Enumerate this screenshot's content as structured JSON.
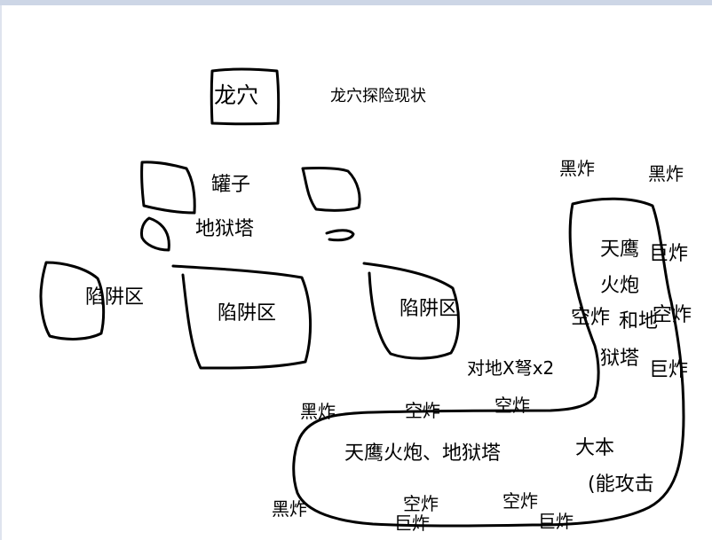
{
  "labels": {
    "dragon_den_box": "龙穴",
    "title": "龙穴探险现状",
    "jars": "罐子",
    "hell_tower": "地狱塔",
    "trap_zone_1": "陷阱区",
    "trap_zone_2": "陷阱区",
    "trap_zone_3": "陷阱区",
    "black_bomb_1": "黑炸",
    "black_bomb_2": "黑炸",
    "eagle": "天鹰",
    "giant_bomb_1": "巨炸",
    "cannon": "火炮",
    "air_bomb_1": "空炸",
    "and_hell": "和地",
    "air_bomb_2": "空炸",
    "tower": "狱塔",
    "giant_bomb_2": "巨炸",
    "ground_xbow": "对地X弩x2",
    "black_bomb_3": "黑炸",
    "air_bomb_3": "空炸",
    "air_bomb_4": "空炸",
    "eagle_cannon_hell": "天鹰火炮、地狱塔",
    "town_hall": "大本",
    "can_attack": "(能攻击",
    "black_bomb_4": "黑炸",
    "air_bomb_5": "空炸",
    "giant_bomb_3": "巨炸",
    "air_bomb_6": "空炸",
    "giant_bomb_4": "巨炸"
  },
  "colors": {
    "stroke": "#000000",
    "background": "#ffffff",
    "top_bar": "#cdd6e6"
  }
}
